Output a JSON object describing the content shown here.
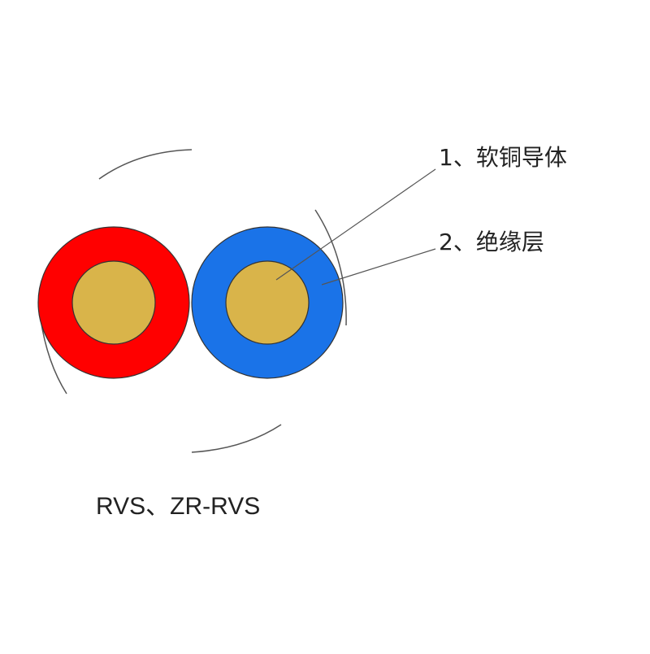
{
  "labels": {
    "conductor": "1、软铜导体",
    "insulation": "2、绝缘层"
  },
  "caption": "RVS、ZR-RVS",
  "colors": {
    "core_red": "#ff0000",
    "core_blue": "#1a73e8",
    "conductor": "#d9b44a",
    "outline": "#333333",
    "leader_line": "#555555",
    "twist_arc": "#555555"
  }
}
